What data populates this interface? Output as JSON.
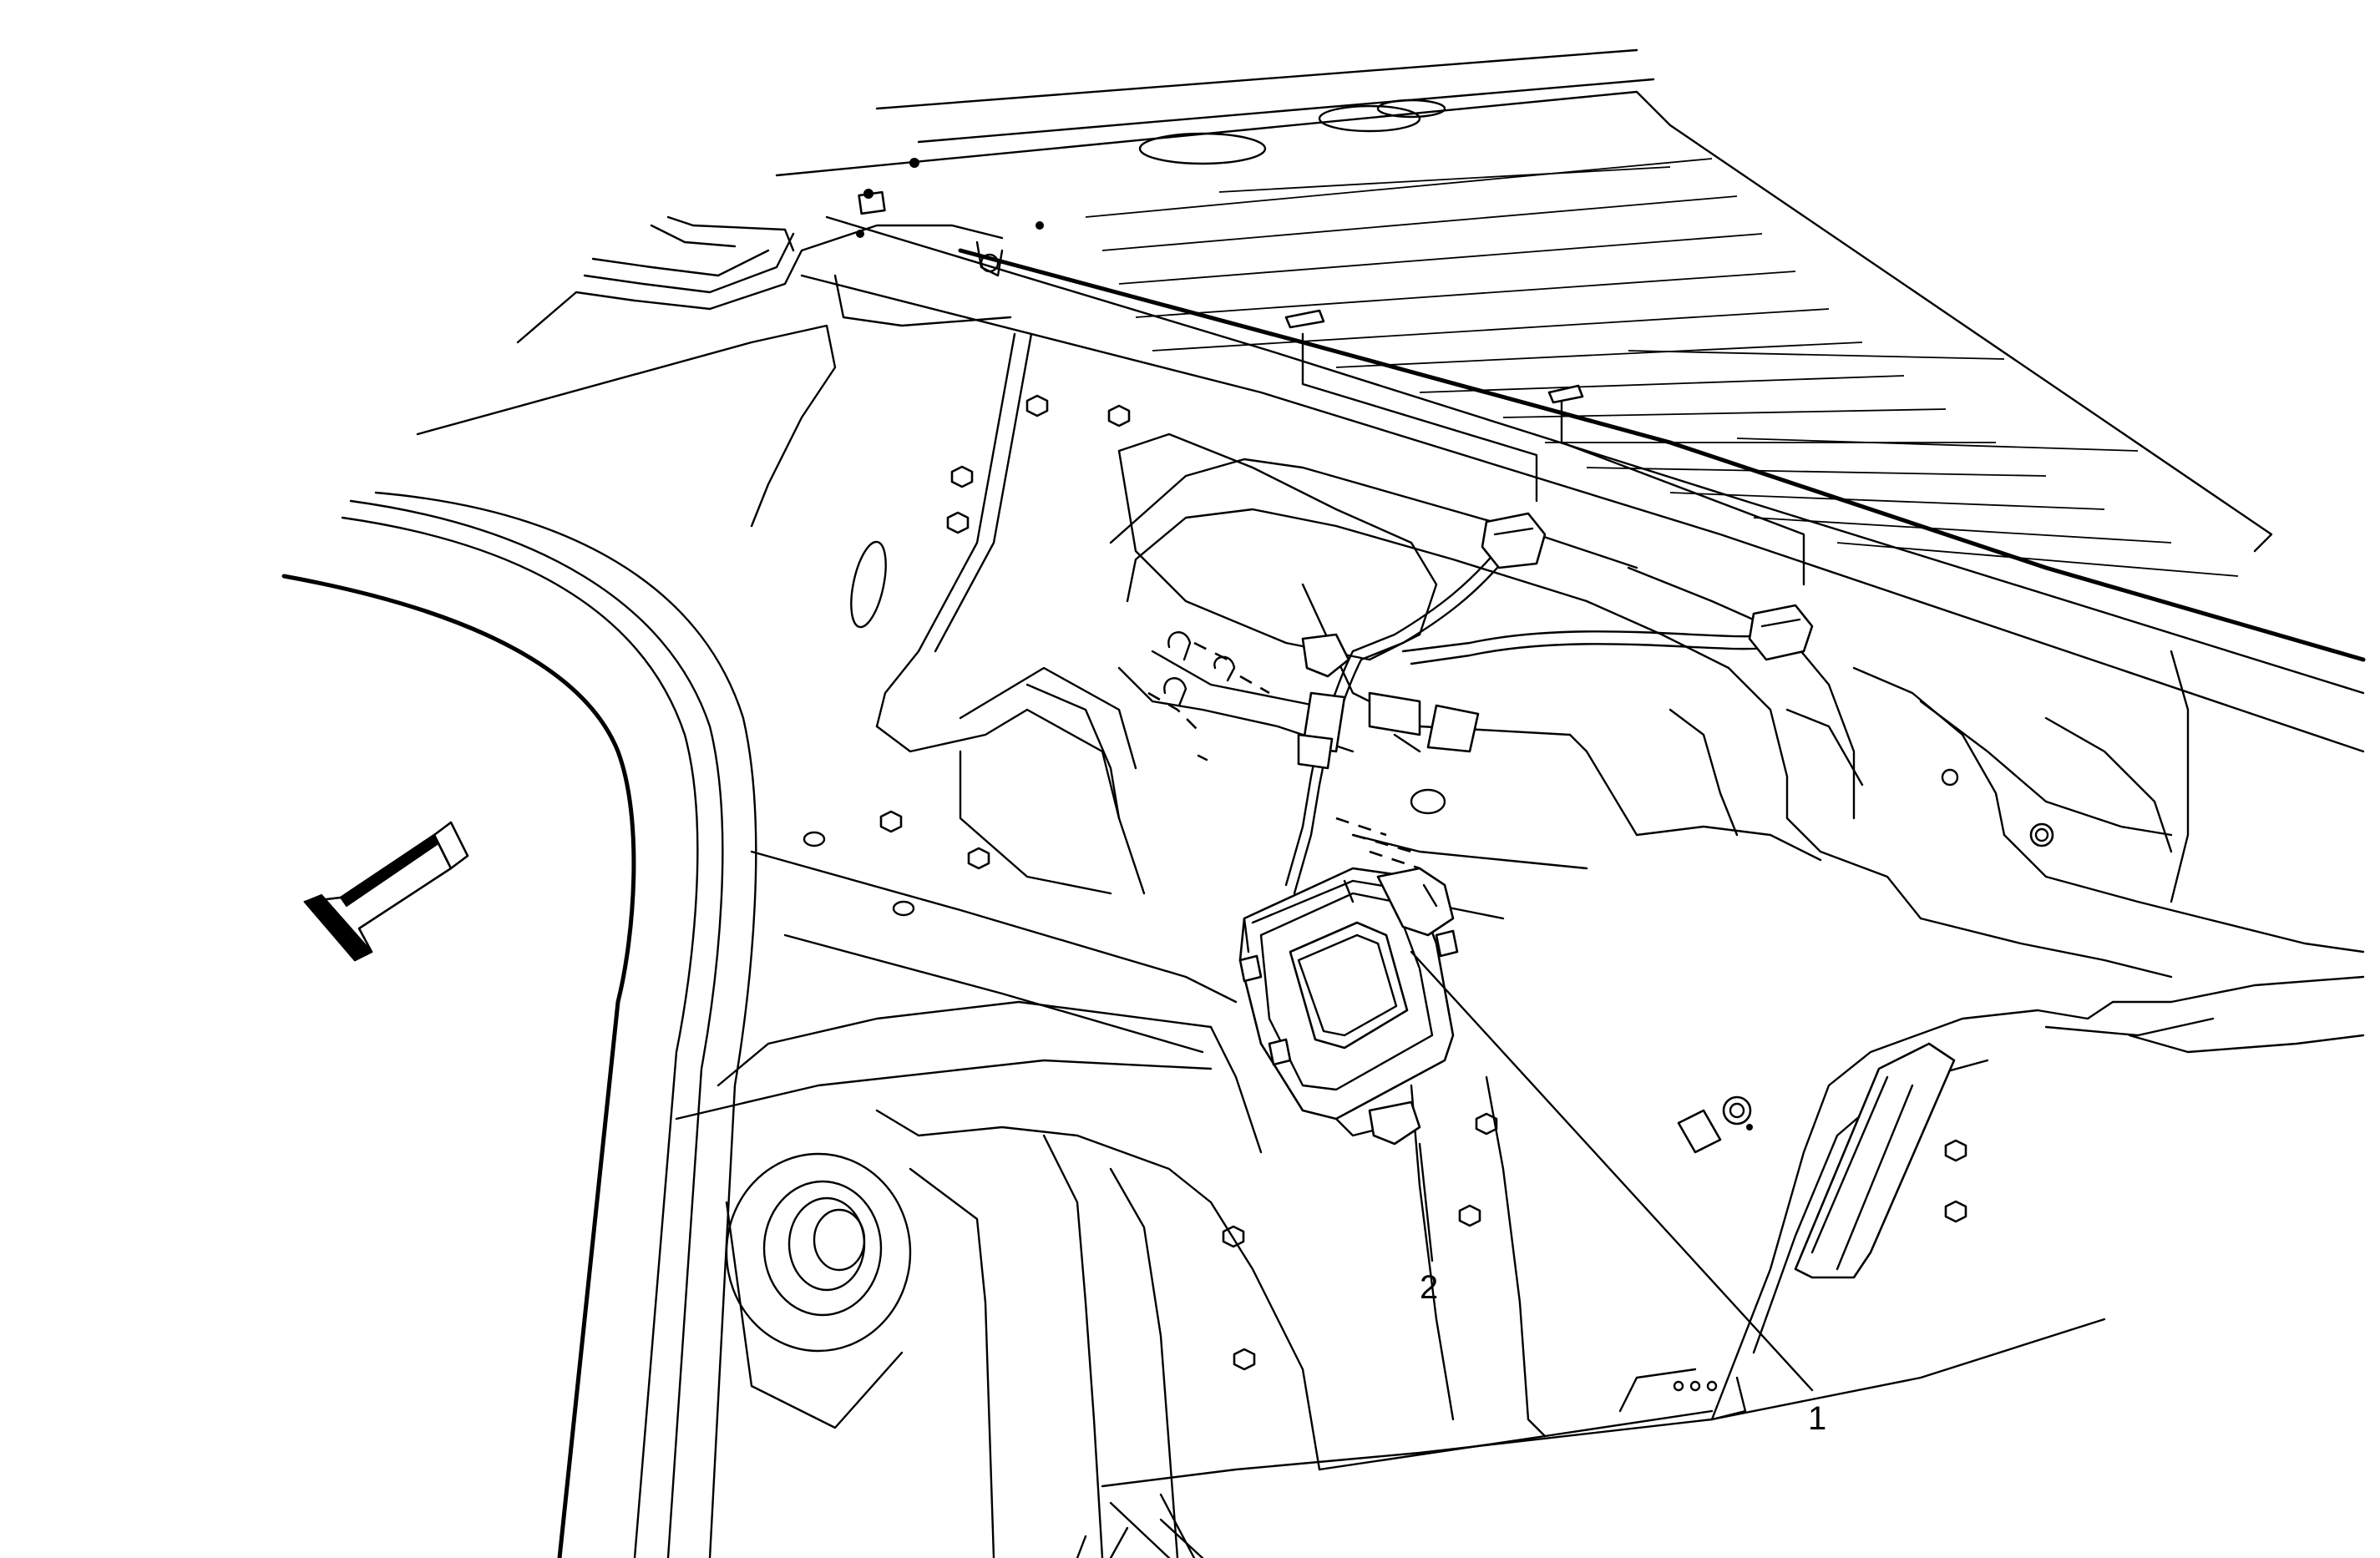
{
  "callouts": [
    {
      "id": "1",
      "label": "1",
      "part": "module"
    },
    {
      "id": "2",
      "label": "2",
      "part": "connector"
    }
  ],
  "icons": {
    "direction_arrow": "front-direction-arrow-icon"
  }
}
